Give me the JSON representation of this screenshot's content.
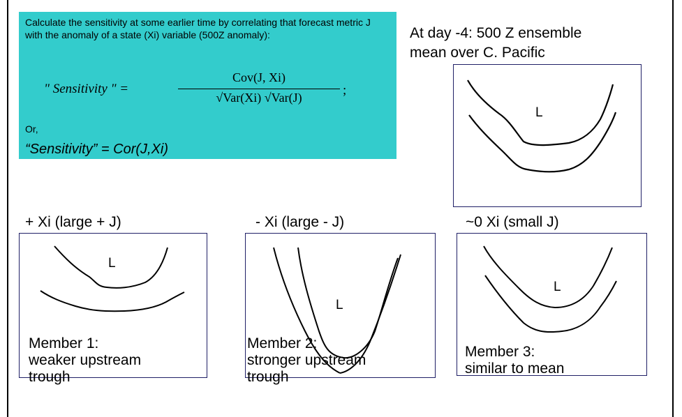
{
  "callout": {
    "intro": "Calculate the sensitivity at some earlier time by correlating that forecast metric J with the anomaly of a state (Xi) variable (500Z anomaly):",
    "formula_lhs": "\" Sensitivity \" =",
    "formula_numerator": "Cov(J, Xi)",
    "formula_denominator": "√Var(Xi) √Var(J)",
    "formula_semicolon": ";",
    "or": "Or,",
    "correlation": "“Sensitivity” = Cor(J,Xi)"
  },
  "top_right": {
    "title_line1": "At day -4: 500 Z ensemble",
    "title_line2": "mean over C. Pacific",
    "low_label": "L"
  },
  "panels": [
    {
      "heading": "+ Xi (large + J)",
      "low_label": "L",
      "member_line1": "Member  1:",
      "member_line2": "weaker upstream",
      "member_line3": "trough"
    },
    {
      "heading": "- Xi (large - J)",
      "low_label": "L",
      "member_line1": "Member  2:",
      "member_line2": "stronger upstream",
      "member_line3": "trough"
    },
    {
      "heading": "~0 Xi (small J)",
      "low_label": "L",
      "member_line1": "Member  3:",
      "member_line2": "similar to mean",
      "member_line3": ""
    }
  ]
}
